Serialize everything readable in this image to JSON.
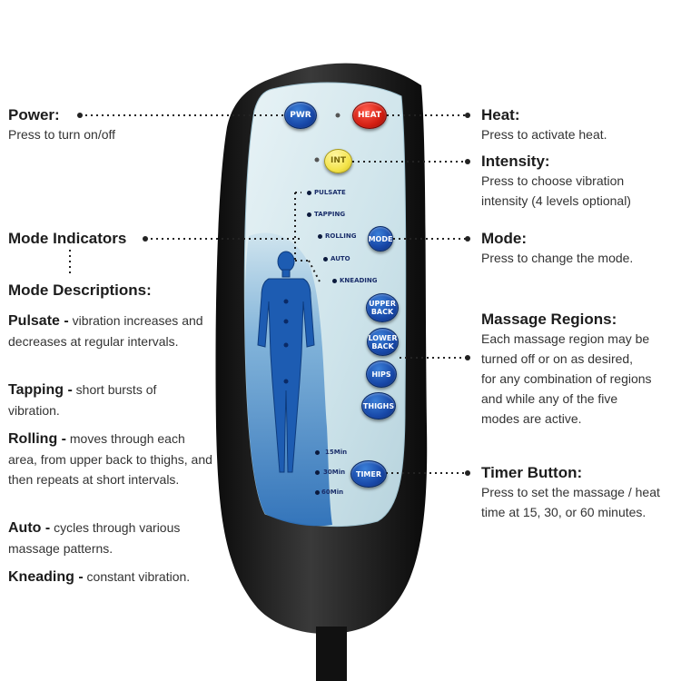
{
  "colors": {
    "remote_body": "#1e1e1e",
    "panel": "#cfe4ec",
    "blue_button": "#1848a8",
    "red_button": "#d21e12",
    "yellow_button": "#f4e44a",
    "figure": "#1d5cb2"
  },
  "annotations": {
    "power": {
      "title": "Power:",
      "desc": "Press to turn on/off"
    },
    "heat": {
      "title": "Heat:",
      "desc": "Press to activate heat."
    },
    "intensity": {
      "title": "Intensity:",
      "desc_lines": [
        "Press to choose vibration",
        "intensity (4 levels optional)"
      ]
    },
    "mode_indicators": {
      "title": "Mode Indicators"
    },
    "mode": {
      "title": "Mode:",
      "desc": "Press to change the mode."
    },
    "mode_descriptions": {
      "title": "Mode Descriptions:"
    },
    "massage_regions": {
      "title": "Massage Regions:",
      "desc_lines": [
        "Each massage region may be",
        "turned off or on as desired,",
        "for any combination of regions",
        "and while any of the five",
        "modes are active."
      ]
    },
    "timer": {
      "title": "Timer Button:",
      "desc_lines": [
        "Press to set the massage / heat",
        "time at 15, 30, or 60 minutes."
      ]
    }
  },
  "modes": [
    {
      "name": "Pulsate -",
      "desc": " vibration increases and decreases at regular intervals."
    },
    {
      "name": "Tapping -",
      "desc": " short bursts of vibration."
    },
    {
      "name": "Rolling -",
      "desc": " moves through each area, from upper back to thighs, and then repeats at short intervals."
    },
    {
      "name": "Auto -",
      "desc": " cycles through various massage patterns."
    },
    {
      "name": "Kneading -",
      "desc": " constant vibration."
    }
  ],
  "remote": {
    "buttons": {
      "pwr": "PWR",
      "heat": "HEAT",
      "int": "INT",
      "mode": "MODE",
      "upper_back": [
        "UPPER",
        "BACK"
      ],
      "lower_back": [
        "LOWER",
        "BACK"
      ],
      "hips": "HIPS",
      "thighs": "THIGHS",
      "timer": "TIMER"
    },
    "mode_labels": [
      "PULSATE",
      "TAPPING",
      "ROLLING",
      "AUTO",
      "KNEADING"
    ],
    "timer_labels": [
      "15Min",
      "30Min",
      "60Min"
    ]
  }
}
